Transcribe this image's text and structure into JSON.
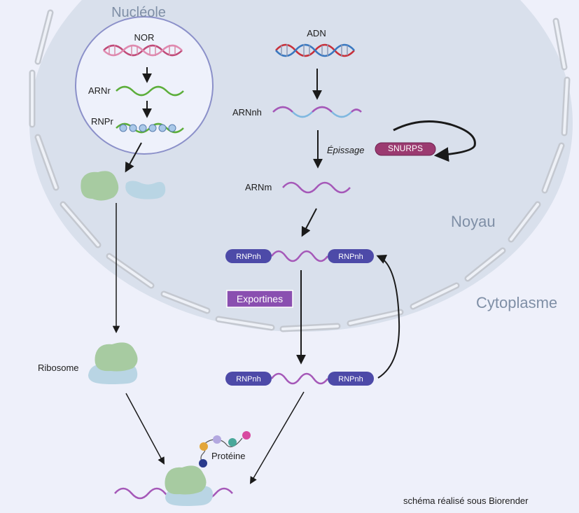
{
  "labels": {
    "nucleole": "Nucléole",
    "nor": "NOR",
    "arnr": "ARNr",
    "rnpr": "RNPr",
    "adn": "ADN",
    "arnnh": "ARNnh",
    "epissage": "Épissage",
    "snurps": "SNURPS",
    "arnm": "ARNm",
    "noyau": "Noyau",
    "cytoplasme": "Cytoplasme",
    "rnpnh": "RNPnh",
    "exportines": "Exportines",
    "ribosome": "Ribosome",
    "proteine": "Protéine",
    "credit": "schéma réalisé sous Biorender"
  },
  "colors": {
    "background": "#eef0fa",
    "nucleus": "#d9e0ec",
    "nuclear_pore_outline": "#c4c8d0",
    "nucleole_fill": "#eef1fb",
    "nucleole_border": "#8b90c9",
    "mrna": "#a558b8",
    "rrna": "#5cae3a",
    "dna_red": "#c8303a",
    "dna_blue": "#3a78c0",
    "rnp_pill": "#4d4aa8",
    "snurps_pill": "#9b3a70",
    "exportines_box": "#8a4fb0",
    "ribosome_large": "#a7cba1",
    "ribosome_small": "#b9d5e4",
    "arrow": "#1a1a1a",
    "region_label": "#7f8fa6"
  }
}
